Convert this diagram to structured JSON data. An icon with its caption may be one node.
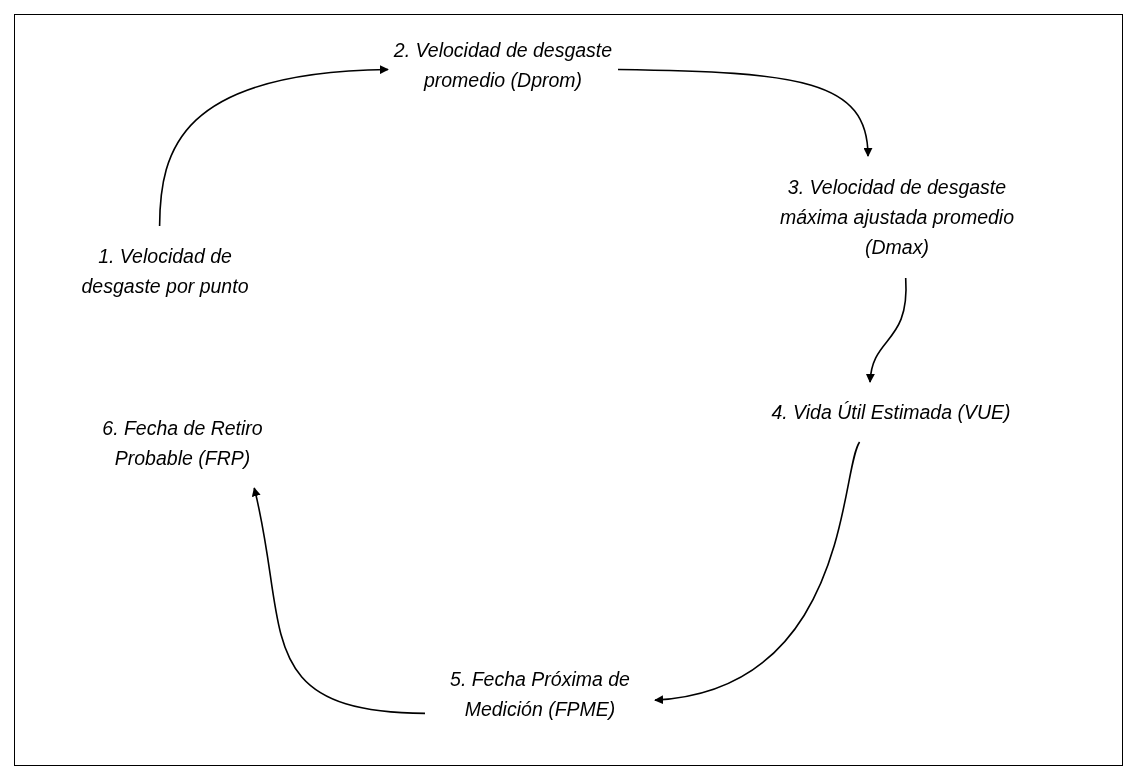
{
  "diagram": {
    "nodes": [
      {
        "text": [
          "1. Velocidad de desgaste por punto"
        ]
      },
      {
        "text": [
          "2. Velocidad de desgaste promedio (Dprom)"
        ]
      },
      {
        "text": [
          "3. Velocidad de desgaste máxima ajustada promedio (Dmax)"
        ]
      },
      {
        "text": [
          "4. Vida Útil Estimada (VUE)"
        ]
      },
      {
        "text": [
          "5. Fecha Próxima de Medición (FPME)"
        ]
      },
      {
        "text": [
          "6. Fecha de Retiro Probable (FRP)"
        ]
      }
    ],
    "edges": [
      {
        "from": 0,
        "to": 1,
        "arrow": "to"
      },
      {
        "from": 1,
        "to": 2,
        "arrow": "to"
      },
      {
        "from": 2,
        "to": 3,
        "arrow": "to"
      },
      {
        "from": 3,
        "to": 4,
        "arrow": "to"
      },
      {
        "from": 4,
        "to": 5,
        "arrow": "to"
      }
    ]
  }
}
